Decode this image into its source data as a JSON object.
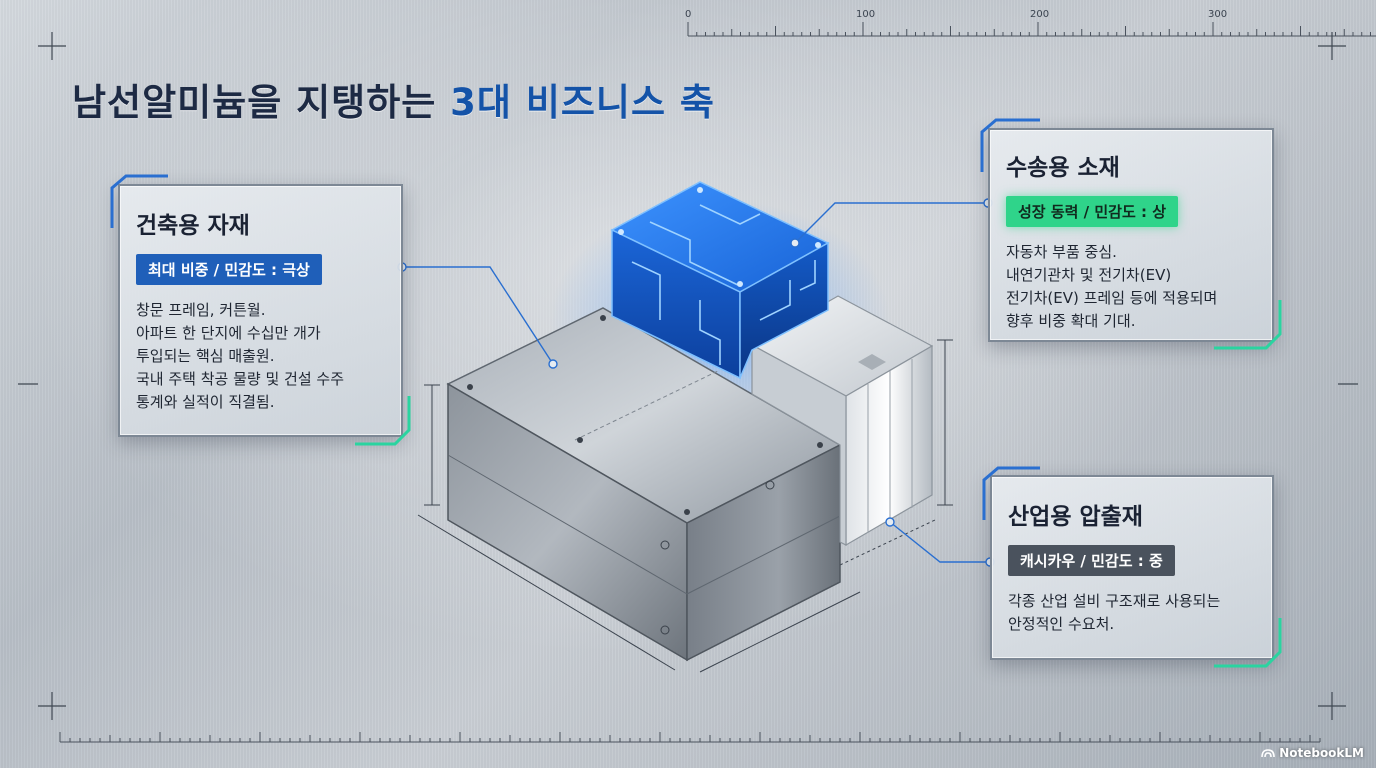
{
  "title": {
    "prefix": "남선알미늄을 지탱하는 ",
    "highlight": "3대 비즈니스 축"
  },
  "ruler": {
    "ticks": [
      "0",
      "100",
      "200",
      "300"
    ]
  },
  "cards": {
    "construction": {
      "title": "건축용 자재",
      "badge": "최대 비중 / 민감도 : 극상",
      "lines": [
        "창문 프레임, 커튼월.",
        "아파트 한 단지에 수십만 개가",
        "투입되는 핵심 매출원.",
        "국내 주택 착공 물량 및 건설 수주",
        "통계와 실적이 직결됨."
      ]
    },
    "transport": {
      "title": "수송용 소재",
      "badge": "성장 동력 / 민감도 : 상",
      "lines": [
        "자동차 부품 중심.",
        "내연기관차 및 전기차(EV)",
        "전기차(EV) 프레임 등에 적용되며",
        "향후 비중 확대 기대."
      ]
    },
    "industrial": {
      "title": "산업용 압출재",
      "badge": "캐시카우 / 민감도 : 중",
      "lines": [
        "각종 산업 설비 구조재로 사용되는",
        "안정적인 수요처."
      ]
    }
  },
  "colors": {
    "accent_blue": "#1f5fb9",
    "accent_green": "#2fd48a",
    "accent_gray": "#4a525d",
    "cube_blue": "#1a6fe0"
  },
  "icons": {
    "logo": "notebooklm-icon"
  },
  "footer": {
    "brand": "NotebookLM"
  }
}
